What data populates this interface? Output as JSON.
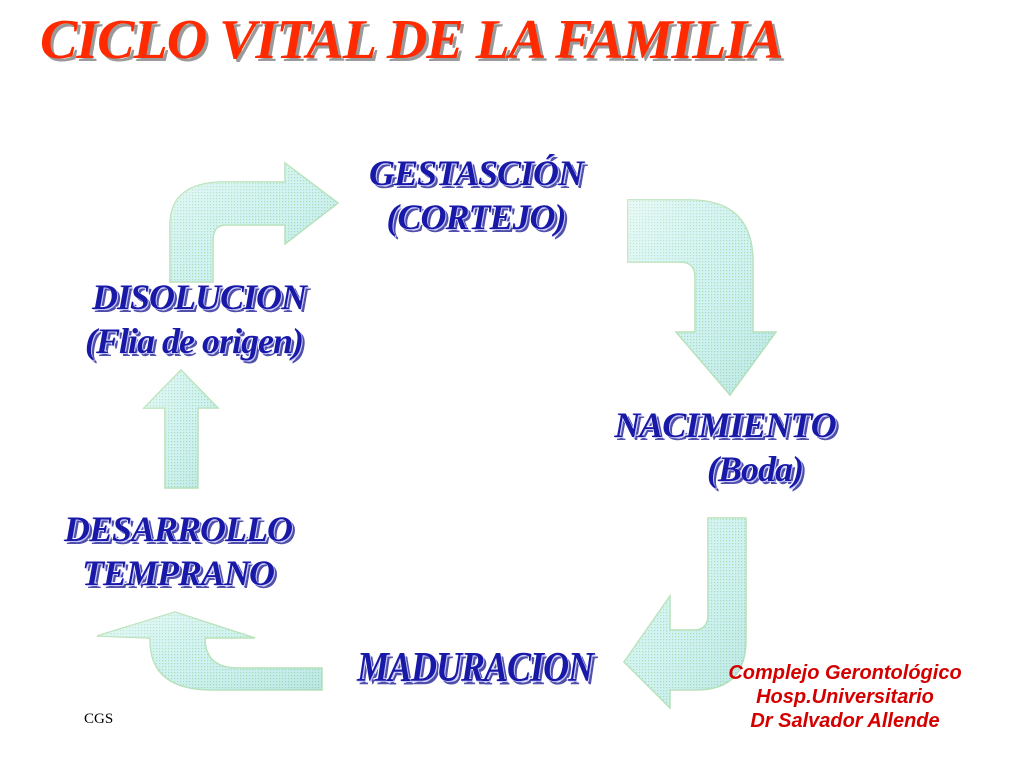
{
  "title": "CICLO VITAL DE LA FAMILIA",
  "stages": {
    "gestacion": {
      "line1": "GESTASCIÓN",
      "line2": "(CORTEJO)"
    },
    "nacimiento": {
      "line1": "NACIMIENTO",
      "line2": "(Boda)"
    },
    "maduracion": {
      "line1": "MADURACION"
    },
    "desarrollo": {
      "line1": "DESARROLLO",
      "line2": "TEMPRANO"
    },
    "disolucion": {
      "line1": "DISOLUCION",
      "line2": "(Flia de origen)"
    }
  },
  "credit": {
    "line1": "Complejo Gerontológico",
    "line2": "Hosp.Universitario",
    "line3": "Dr Salvador Allende"
  },
  "footer": {
    "initials": "CGS"
  },
  "colors": {
    "title": "#ff2a00",
    "stage_text": "#1919a8",
    "credit": "#d40000",
    "arrow_fill": "#cff2f2",
    "arrow_texture": "#b5e0b5"
  }
}
